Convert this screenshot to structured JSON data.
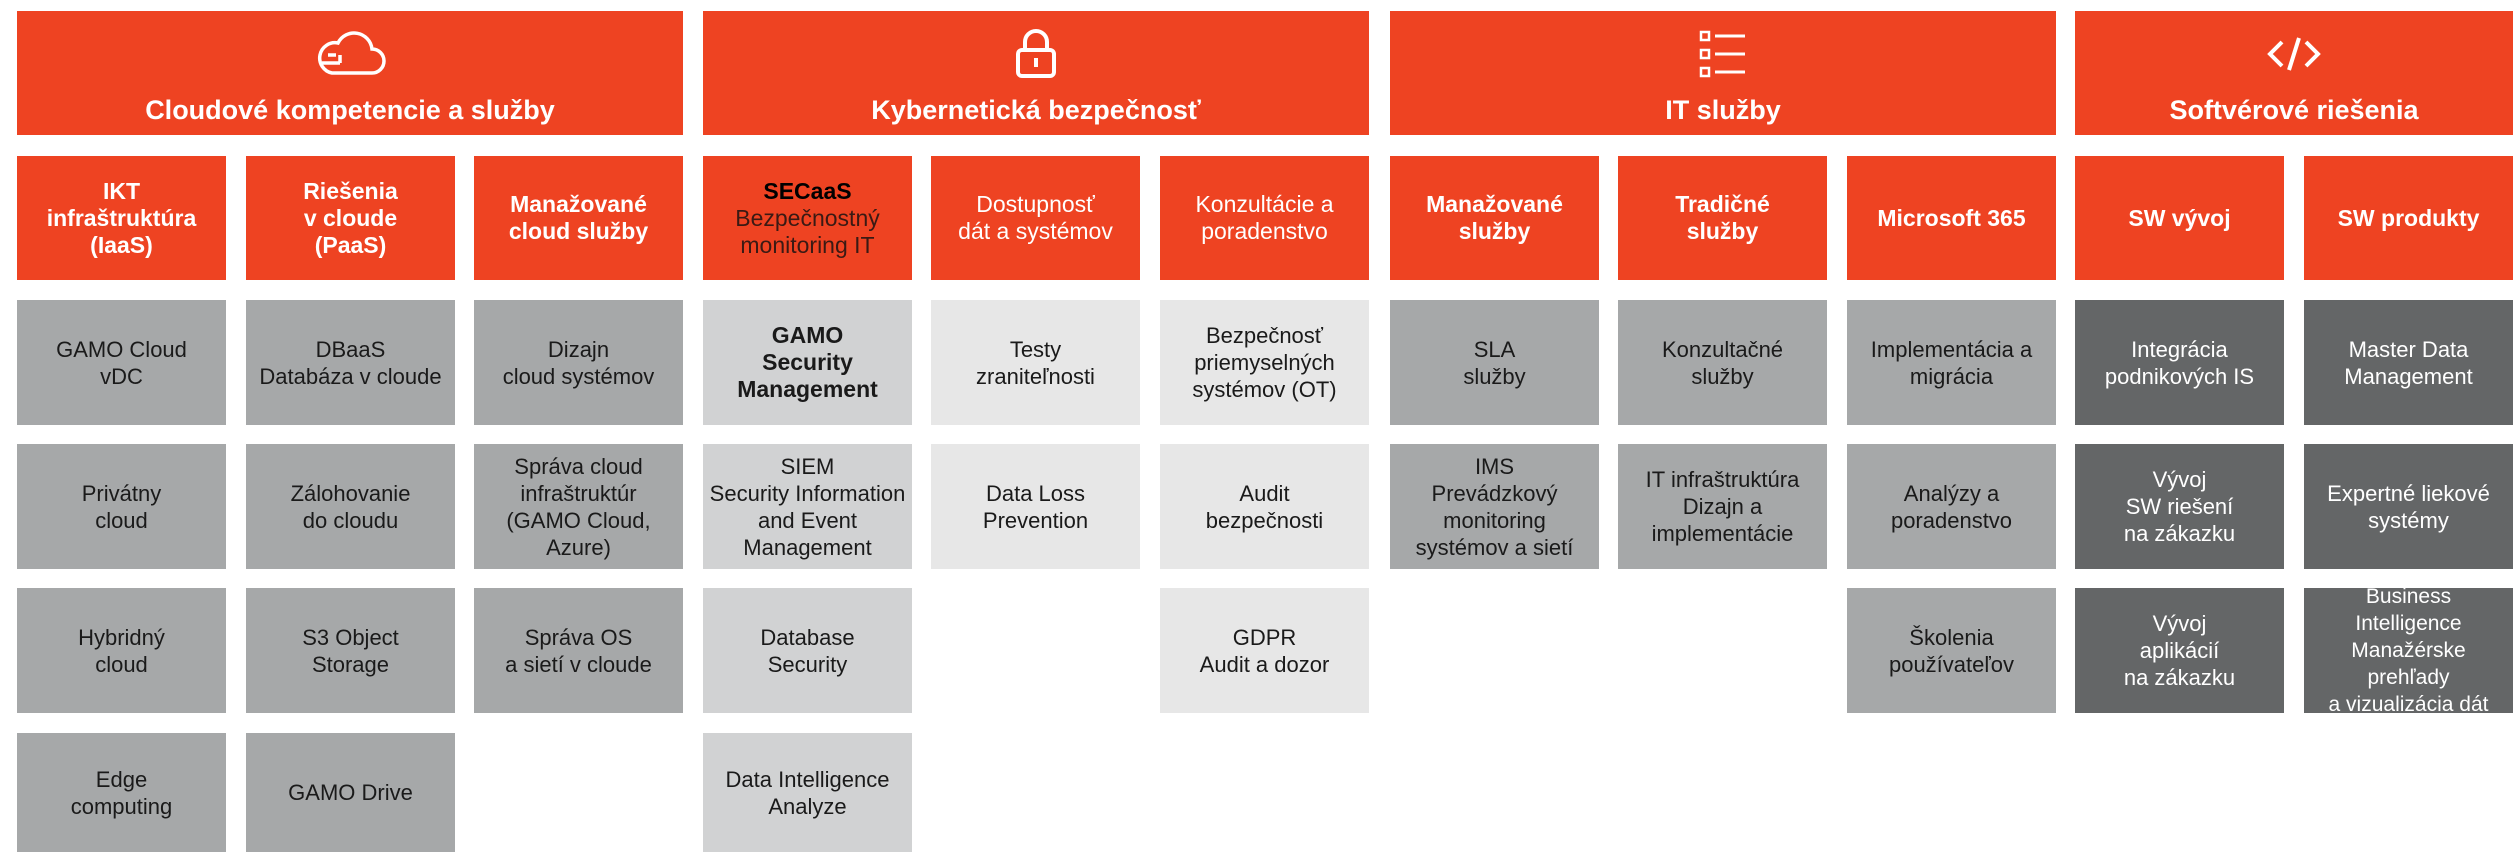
{
  "colors": {
    "accent": "#ee4322",
    "gray_mid": "#a6a8a9",
    "gray_light": "#d1d2d3",
    "gray_lighter": "#e7e7e7",
    "gray_dark": "#646667"
  },
  "categories": [
    {
      "title": "Cloudové kompetencie a služby",
      "icon": "cloud-icon"
    },
    {
      "title": "Kybernetická bezpečnosť",
      "icon": "lock-icon"
    },
    {
      "title": "IT služby",
      "icon": "list-icon"
    },
    {
      "title": "Softvérové riešenia",
      "icon": "code-icon"
    }
  ],
  "subcategories": [
    {
      "line1": "IKT",
      "line2": "infraštruktúra",
      "line3": "(IaaS)"
    },
    {
      "line1": "Riešenia",
      "line2": "v cloude",
      "line3": "(PaaS)"
    },
    {
      "line1": "Manažované",
      "line2": "cloud služby"
    },
    {
      "top": "SECaaS",
      "line2": "Bezpečnostný",
      "line3": "monitoring IT"
    },
    {
      "line1": "Dostupnosť",
      "line2": "dát a systémov"
    },
    {
      "line1": "Konzultácie a",
      "line2": "poradenstvo"
    },
    {
      "line1": "Manažované",
      "line2": "služby"
    },
    {
      "line1": "Tradičné",
      "line2": "služby"
    },
    {
      "line1": "Microsoft 365"
    },
    {
      "line1": "SW vývoj"
    },
    {
      "line1": "SW produkty"
    }
  ],
  "items": {
    "iaas": [
      "GAMO Cloud\nvDC",
      "Privátny\ncloud",
      "Hybridný\ncloud",
      "Edge\ncomputing"
    ],
    "paas": [
      "DBaaS\nDatabáza v cloude",
      "Zálohovanie\ndo cloudu",
      "S3 Object\nStorage",
      "GAMO Drive"
    ],
    "managed_cloud": [
      "Dizajn\ncloud systémov",
      "Správa cloud\ninfraštruktúr\n(GAMO Cloud, Azure)",
      "Správa OS\na sietí v cloude"
    ],
    "secaas": [
      "GAMO\nSecurity\nManagement",
      "SIEM\nSecurity Information\nand Event\nManagement",
      "Database\nSecurity",
      "Data Intelligence\nAnalyze"
    ],
    "availability": [
      "Testy\nzraniteľnosti",
      "Data Loss\nPrevention"
    ],
    "consulting": [
      "Bezpečnosť\npriemyselných\nsystémov (OT)",
      "Audit\nbezpečnosti",
      "GDPR\nAudit a dozor"
    ],
    "managed_services": [
      "SLA\nslužby",
      "IMS\nPrevádzkový\nmonitoring\nsystémov a sietí"
    ],
    "traditional": [
      "Konzultačné\nslužby",
      "IT infraštruktúra\nDizajn a\nimplementácie"
    ],
    "m365": [
      "Implementácia a\nmigrácia",
      "Analýzy a\nporadenstvo",
      "Školenia\npoužívateľov"
    ],
    "sw_dev": [
      "Integrácia\npodnikových IS",
      "Vývoj\nSW riešení\nna zákazku",
      "Vývoj\naplikácií\nna zákazku"
    ],
    "sw_products": [
      "Master Data\nManagement",
      "Expertné liekové\nsystémy",
      "Business Intelligence\nManažérske prehľady\na vizualizácia dát"
    ]
  }
}
